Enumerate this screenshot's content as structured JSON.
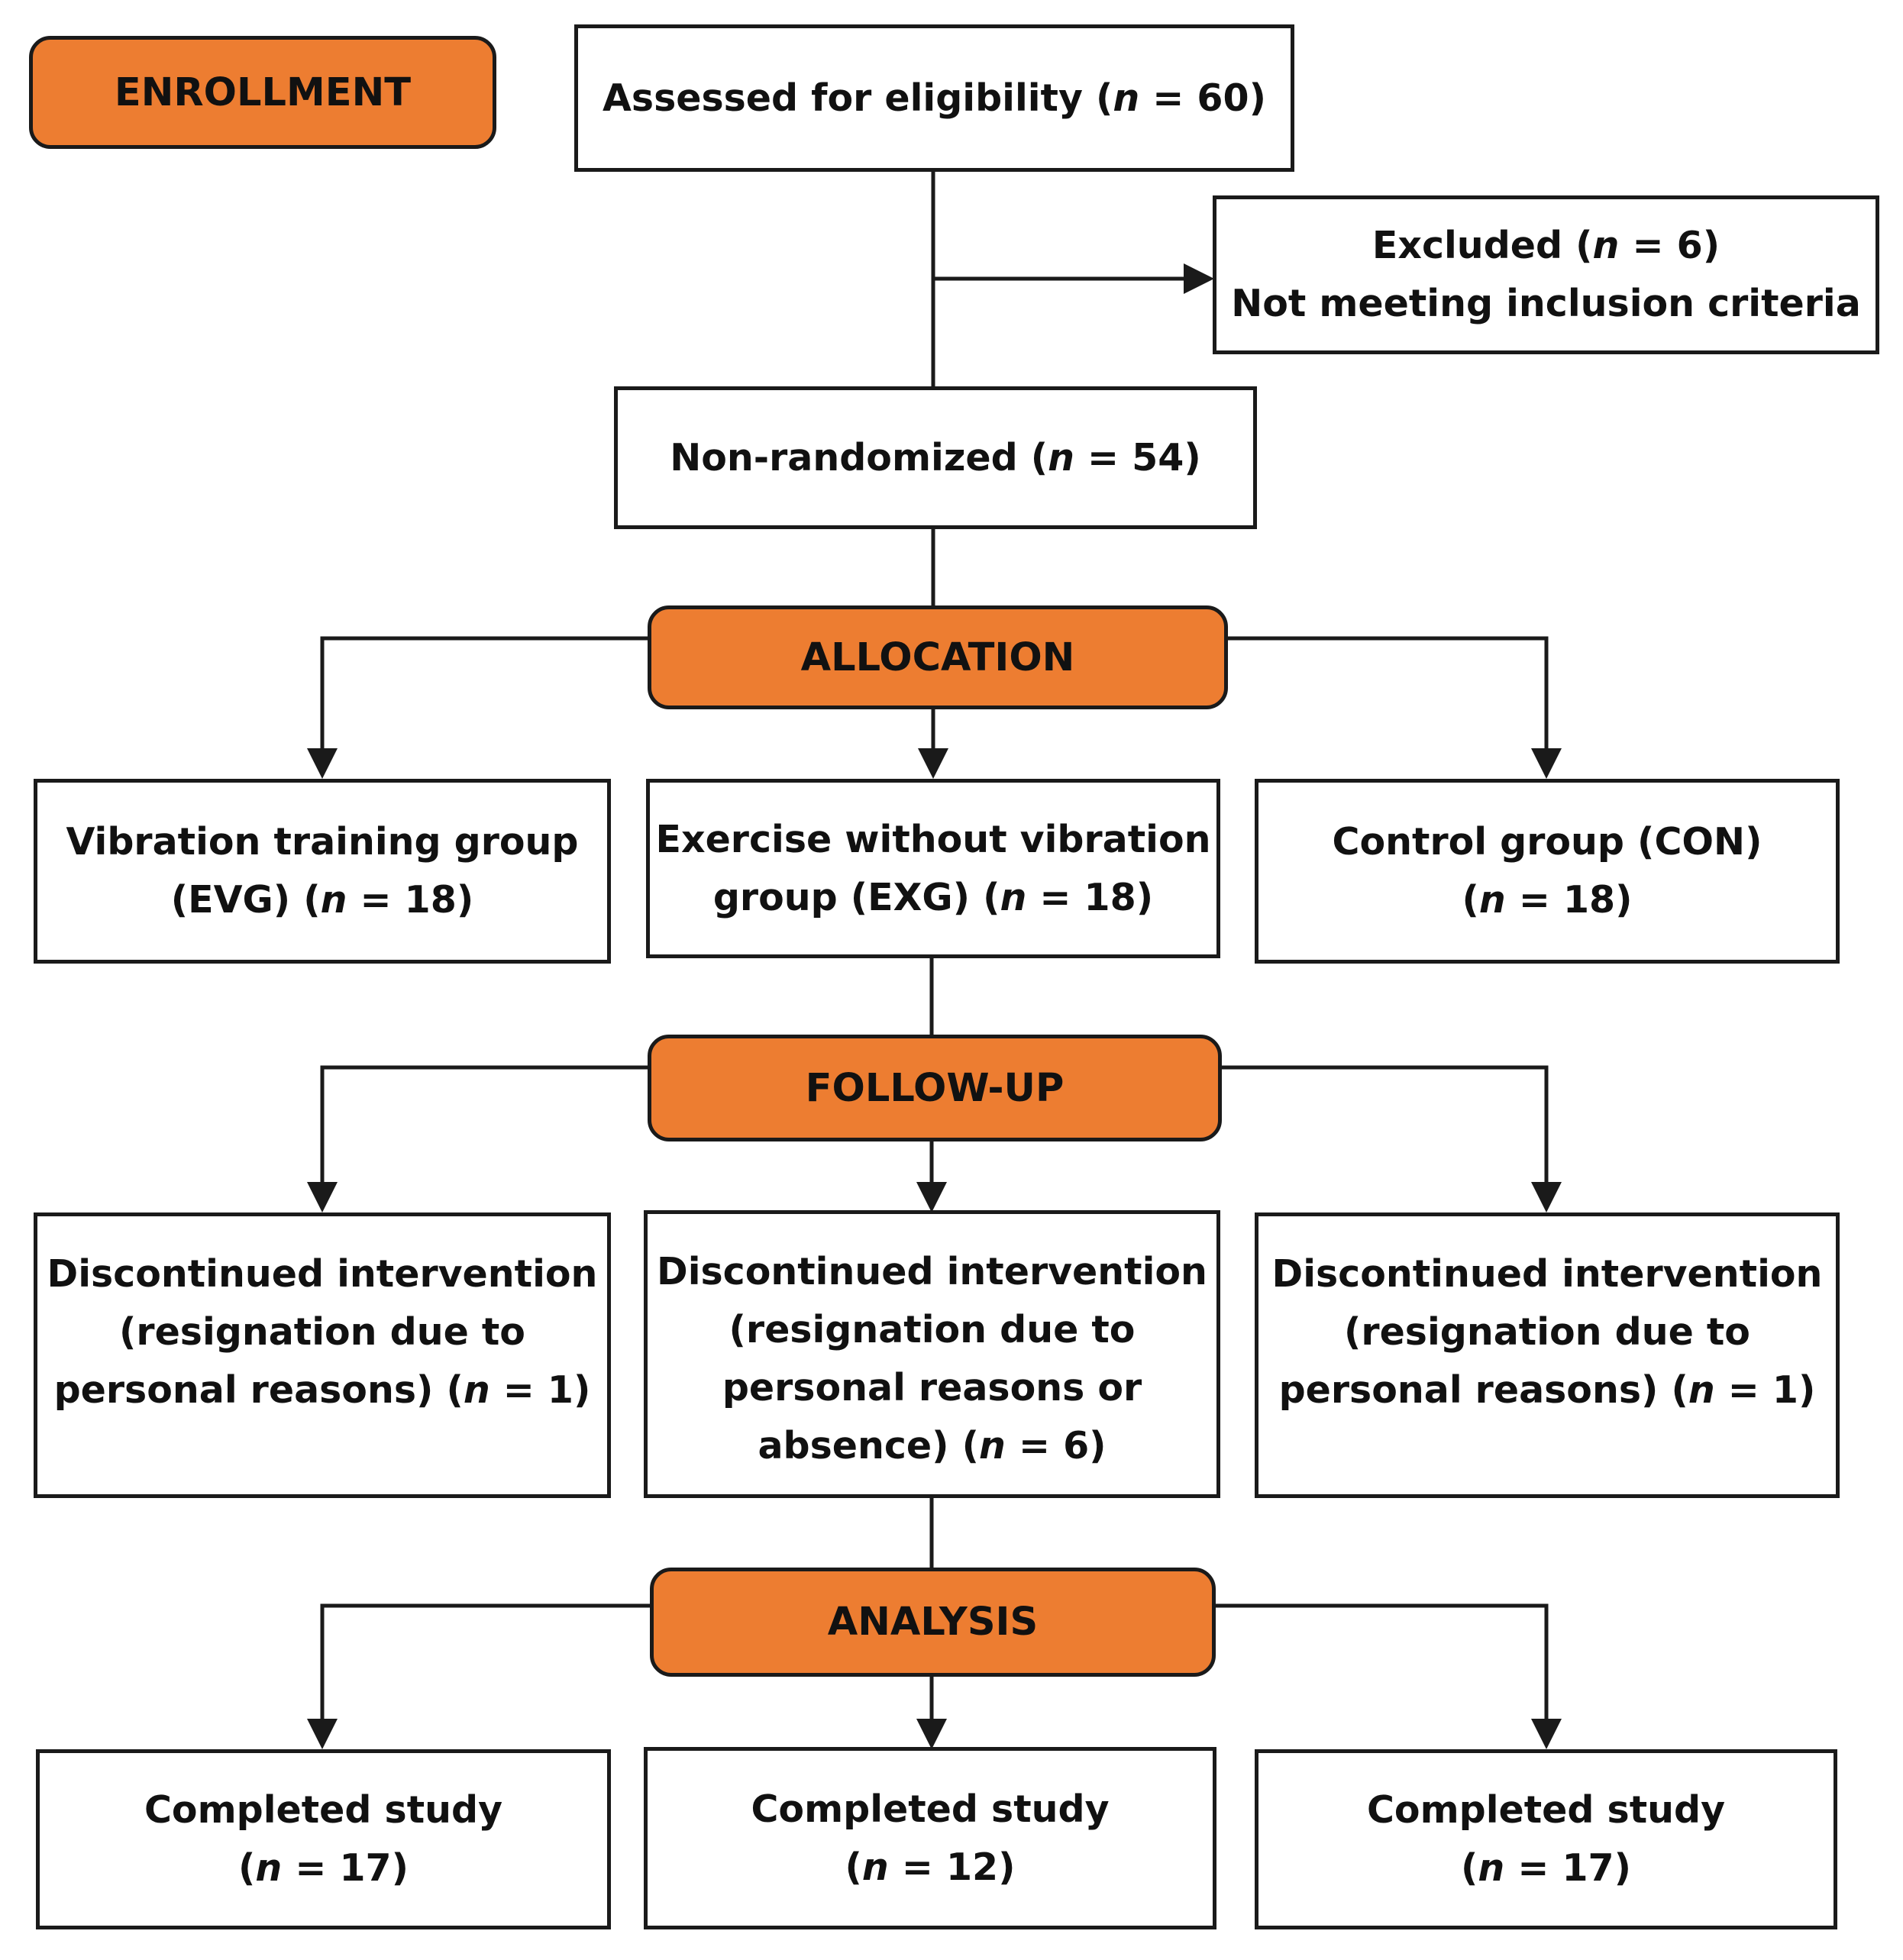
{
  "stages": {
    "enrollment": "ENROLLMENT",
    "allocation": "ALLOCATION",
    "follow_up": "FOLLOW-UP",
    "analysis": "ANALYSIS"
  },
  "n_symbol": "n",
  "assessed": {
    "lines": [
      {
        "pre": "Assessed for eligibility (",
        "post": " = 60)"
      }
    ]
  },
  "excluded": {
    "lines": [
      {
        "pre": "Excluded (",
        "post": " = 6)"
      },
      {
        "text": "Not meeting inclusion criteria"
      }
    ]
  },
  "non_randomized": {
    "lines": [
      {
        "pre": "Non-randomized (",
        "post": " = 54)"
      }
    ]
  },
  "allocation_groups": [
    {
      "lines": [
        {
          "text": "Vibration training group"
        },
        {
          "pre": "(EVG) (",
          "post": " = 18)"
        }
      ]
    },
    {
      "lines": [
        {
          "text": "Exercise without vibration"
        },
        {
          "pre": "group (EXG) (",
          "post": " = 18)"
        }
      ]
    },
    {
      "lines": [
        {
          "text": "Control group (CON)"
        },
        {
          "pre": "(",
          "post": " = 18)"
        }
      ]
    }
  ],
  "follow_up_groups": [
    {
      "lines": [
        {
          "text": "Discontinued intervention"
        },
        {
          "text": "(resignation due to"
        },
        {
          "pre": "personal reasons) (",
          "post": " = 1)"
        }
      ]
    },
    {
      "lines": [
        {
          "text": "Discontinued intervention"
        },
        {
          "text": "(resignation due to"
        },
        {
          "text": "personal reasons or"
        },
        {
          "pre": "absence) (",
          "post": " = 6)"
        }
      ]
    },
    {
      "lines": [
        {
          "text": "Discontinued intervention"
        },
        {
          "text": "(resignation due to"
        },
        {
          "pre": "personal reasons) (",
          "post": " = 1)"
        }
      ]
    }
  ],
  "analysis_groups": [
    {
      "lines": [
        {
          "text": "Completed study"
        },
        {
          "pre": "(",
          "post": " = 17)"
        }
      ]
    },
    {
      "lines": [
        {
          "text": "Completed study"
        },
        {
          "pre": "(",
          "post": " = 12)"
        }
      ]
    },
    {
      "lines": [
        {
          "text": "Completed study"
        },
        {
          "pre": "(",
          "post": " = 17)"
        }
      ]
    }
  ],
  "colors": {
    "stage_fill": "#ed7d31",
    "border": "#1a1a1a",
    "box_fill": "#ffffff"
  }
}
